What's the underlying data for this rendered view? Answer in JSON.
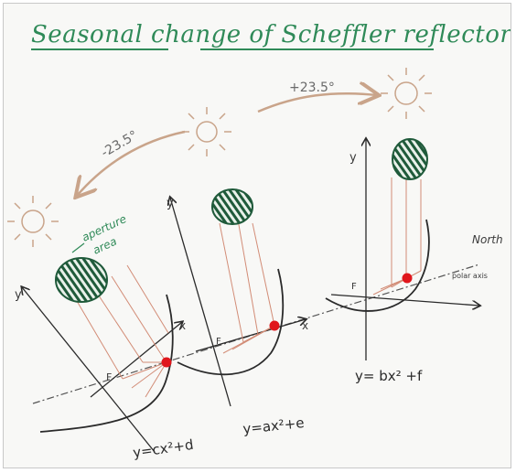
{
  "title": "Seasonal change of Scheffler reflector.",
  "angles": {
    "winter": "-23.5°",
    "summer": "+23.5°"
  },
  "aperture_label": [
    "aperture",
    "area"
  ],
  "north_label": "North",
  "polar_axis_label": "polar axis",
  "axes": {
    "y": "y",
    "x": "x",
    "f": "F"
  },
  "equations": {
    "winter": "y=cx²+d",
    "equinox": "y=ax²+e",
    "summer": "y= bx² +f"
  },
  "colors": {
    "title_green": "#2f8a58",
    "aperture_green": "#1f5a3a",
    "sun": "#c9a48a",
    "rays": "#d28c76",
    "focus_dot": "#e0161c"
  }
}
